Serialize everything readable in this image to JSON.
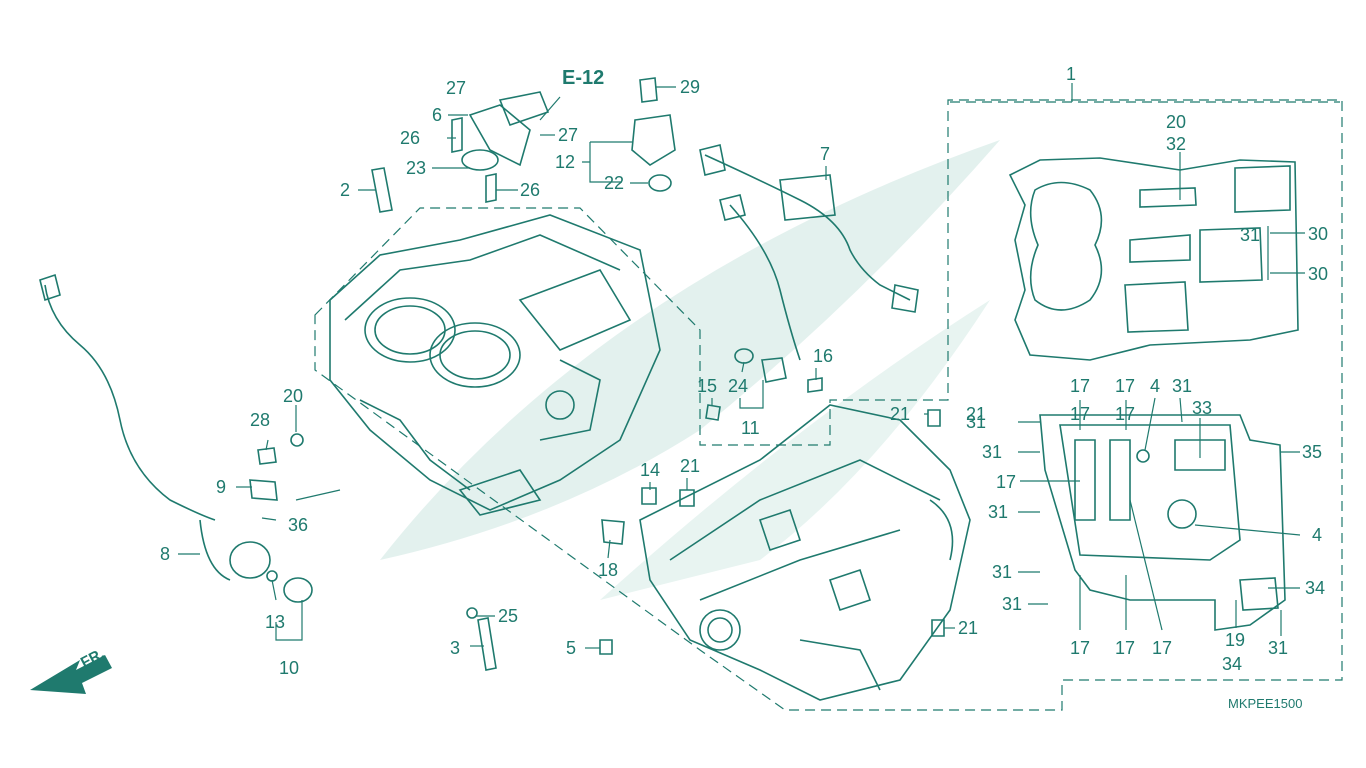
{
  "diagram": {
    "ref_page": "E-12",
    "code": "MKPEE1500",
    "front_arrow": "FR.",
    "callouts": [
      "1",
      "2",
      "3",
      "4",
      "4",
      "5",
      "6",
      "7",
      "8",
      "9",
      "10",
      "11",
      "12",
      "13",
      "14",
      "15",
      "16",
      "17",
      "17",
      "17",
      "17",
      "17",
      "17",
      "17",
      "17",
      "18",
      "19",
      "20",
      "20",
      "21",
      "21",
      "21",
      "21",
      "22",
      "23",
      "24",
      "25",
      "26",
      "26",
      "27",
      "27",
      "28",
      "29",
      "30",
      "30",
      "31",
      "31",
      "31",
      "31",
      "31",
      "31",
      "31",
      "31",
      "32",
      "33",
      "34",
      "34",
      "35",
      "36"
    ],
    "colors": {
      "line": "#1f7a6e",
      "watermark": "#e3f1ee",
      "background": "#ffffff"
    }
  }
}
